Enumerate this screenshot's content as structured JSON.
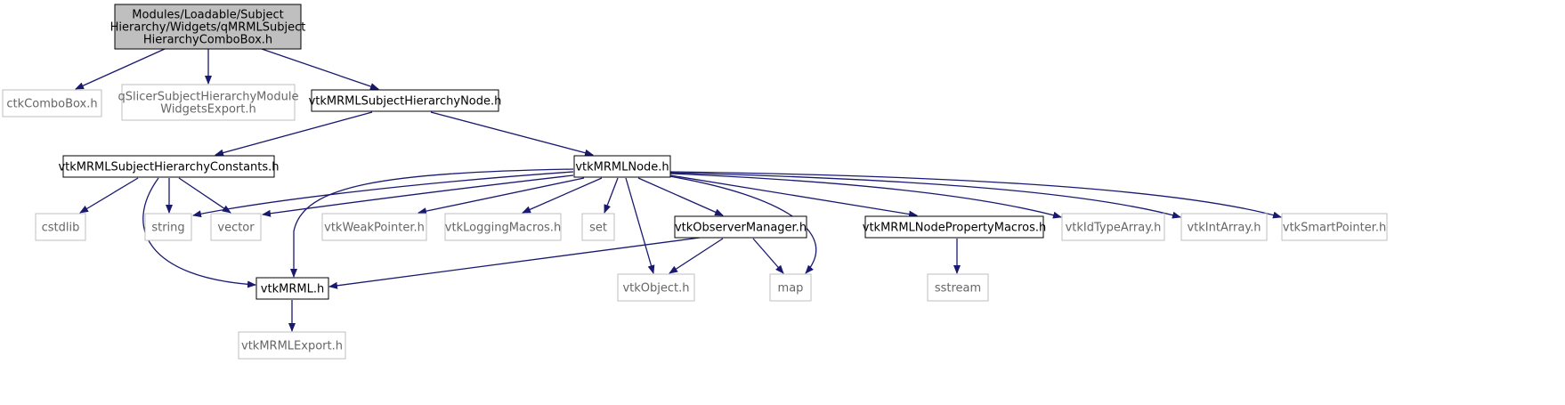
{
  "colors": {
    "edge": "#191970",
    "root_fill": "#bfbfbf",
    "root_border": "#000000",
    "documented_border": "#000000",
    "external_border": "#bfbfbf",
    "external_text": "#666666",
    "text": "#000000"
  },
  "nodes": [
    {
      "id": "root",
      "lines": [
        "Modules/Loadable/Subject",
        "Hierarchy/Widgets/qMRMLSubject",
        "HierarchyComboBox.h"
      ],
      "kind": "root"
    },
    {
      "id": "ctkcombobox",
      "lines": [
        "ctkComboBox.h"
      ],
      "kind": "external"
    },
    {
      "id": "qslicerexport",
      "lines": [
        "qSlicerSubjectHierarchyModule",
        "WidgetsExport.h"
      ],
      "kind": "external"
    },
    {
      "id": "shnode",
      "lines": [
        "vtkMRMLSubjectHierarchyNode.h"
      ],
      "kind": "documented"
    },
    {
      "id": "shconstants",
      "lines": [
        "vtkMRMLSubjectHierarchyConstants.h"
      ],
      "kind": "documented"
    },
    {
      "id": "mrmlnode",
      "lines": [
        "vtkMRMLNode.h"
      ],
      "kind": "documented"
    },
    {
      "id": "cstdlib",
      "lines": [
        "cstdlib"
      ],
      "kind": "external"
    },
    {
      "id": "string",
      "lines": [
        "string"
      ],
      "kind": "external"
    },
    {
      "id": "vector",
      "lines": [
        "vector"
      ],
      "kind": "external"
    },
    {
      "id": "weakpointer",
      "lines": [
        "vtkWeakPointer.h"
      ],
      "kind": "external"
    },
    {
      "id": "loggingmacros",
      "lines": [
        "vtkLoggingMacros.h"
      ],
      "kind": "external"
    },
    {
      "id": "set",
      "lines": [
        "set"
      ],
      "kind": "external"
    },
    {
      "id": "observermanager",
      "lines": [
        "vtkObserverManager.h"
      ],
      "kind": "documented"
    },
    {
      "id": "nodepropertymacros",
      "lines": [
        "vtkMRMLNodePropertyMacros.h"
      ],
      "kind": "documented"
    },
    {
      "id": "idtypearray",
      "lines": [
        "vtkIdTypeArray.h"
      ],
      "kind": "external"
    },
    {
      "id": "intarray",
      "lines": [
        "vtkIntArray.h"
      ],
      "kind": "external"
    },
    {
      "id": "smartpointer",
      "lines": [
        "vtkSmartPointer.h"
      ],
      "kind": "external"
    },
    {
      "id": "vtkmrml",
      "lines": [
        "vtkMRML.h"
      ],
      "kind": "documented"
    },
    {
      "id": "vtkobject",
      "lines": [
        "vtkObject.h"
      ],
      "kind": "external"
    },
    {
      "id": "map",
      "lines": [
        "map"
      ],
      "kind": "external"
    },
    {
      "id": "sstream",
      "lines": [
        "sstream"
      ],
      "kind": "external"
    },
    {
      "id": "mrmlexport",
      "lines": [
        "vtkMRMLExport.h"
      ],
      "kind": "external"
    }
  ],
  "edges": [
    {
      "from": "root",
      "to": "ctkcombobox"
    },
    {
      "from": "root",
      "to": "qslicerexport"
    },
    {
      "from": "root",
      "to": "shnode"
    },
    {
      "from": "shnode",
      "to": "shconstants"
    },
    {
      "from": "shnode",
      "to": "mrmlnode"
    },
    {
      "from": "shconstants",
      "to": "cstdlib"
    },
    {
      "from": "shconstants",
      "to": "string"
    },
    {
      "from": "shconstants",
      "to": "vector"
    },
    {
      "from": "shconstants",
      "to": "vtkmrml"
    },
    {
      "from": "mrmlnode",
      "to": "string"
    },
    {
      "from": "mrmlnode",
      "to": "vector"
    },
    {
      "from": "mrmlnode",
      "to": "vtkmrml"
    },
    {
      "from": "mrmlnode",
      "to": "weakpointer"
    },
    {
      "from": "mrmlnode",
      "to": "loggingmacros"
    },
    {
      "from": "mrmlnode",
      "to": "set"
    },
    {
      "from": "mrmlnode",
      "to": "observermanager"
    },
    {
      "from": "mrmlnode",
      "to": "vtkobject"
    },
    {
      "from": "mrmlnode",
      "to": "map"
    },
    {
      "from": "mrmlnode",
      "to": "nodepropertymacros"
    },
    {
      "from": "mrmlnode",
      "to": "idtypearray"
    },
    {
      "from": "mrmlnode",
      "to": "intarray"
    },
    {
      "from": "mrmlnode",
      "to": "smartpointer"
    },
    {
      "from": "observermanager",
      "to": "vtkmrml"
    },
    {
      "from": "observermanager",
      "to": "vtkobject"
    },
    {
      "from": "observermanager",
      "to": "map"
    },
    {
      "from": "nodepropertymacros",
      "to": "sstream"
    },
    {
      "from": "vtkmrml",
      "to": "mrmlexport"
    }
  ]
}
